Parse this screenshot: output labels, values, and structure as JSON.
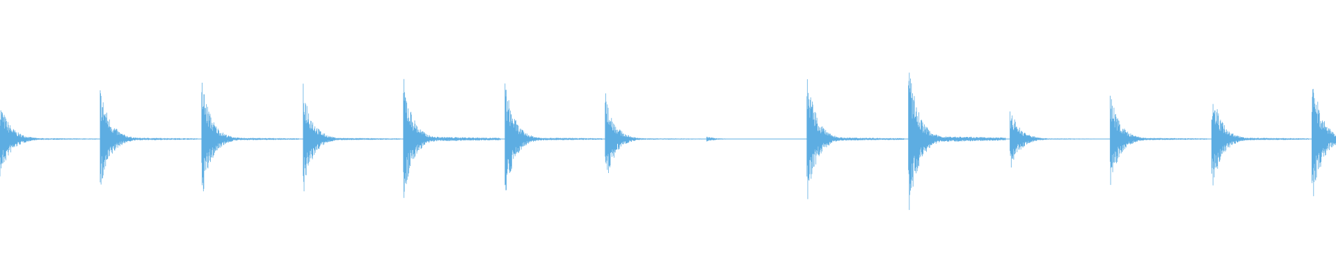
{
  "waveform": {
    "color": "#5dade2",
    "background": "#ffffff",
    "transients": [
      {
        "time": 0.0,
        "amp_up": 0.46,
        "amp_down": 0.48,
        "decay": 0.3,
        "tail": 0.03
      },
      {
        "time": 0.075,
        "amp_up": 0.66,
        "amp_down": 0.68,
        "decay": 0.28,
        "tail": 0.03
      },
      {
        "time": 0.151,
        "amp_up": 0.77,
        "amp_down": 0.78,
        "decay": 0.27,
        "tail": 0.025
      },
      {
        "time": 0.227,
        "amp_up": 0.69,
        "amp_down": 0.71,
        "decay": 0.26,
        "tail": 0.025
      },
      {
        "time": 0.302,
        "amp_up": 0.77,
        "amp_down": 0.79,
        "decay": 0.27,
        "tail": 0.045
      },
      {
        "time": 0.378,
        "amp_up": 0.72,
        "amp_down": 0.74,
        "decay": 0.27,
        "tail": 0.03
      },
      {
        "time": 0.453,
        "amp_up": 0.59,
        "amp_down": 0.6,
        "decay": 0.26,
        "tail": 0.02
      },
      {
        "time": 0.529,
        "amp_up": 0.03,
        "amp_down": 0.03,
        "decay": 0.3,
        "tail": 0.01
      },
      {
        "time": 0.604,
        "amp_up": 0.81,
        "amp_down": 0.82,
        "decay": 0.27,
        "tail": 0.03
      },
      {
        "time": 0.68,
        "amp_up": 0.96,
        "amp_down": 0.98,
        "decay": 0.28,
        "tail": 0.045
      },
      {
        "time": 0.756,
        "amp_up": 0.39,
        "amp_down": 0.4,
        "decay": 0.28,
        "tail": 0.025
      },
      {
        "time": 0.831,
        "amp_up": 0.59,
        "amp_down": 0.6,
        "decay": 0.27,
        "tail": 0.03
      },
      {
        "time": 0.907,
        "amp_up": 0.67,
        "amp_down": 0.69,
        "decay": 0.27,
        "tail": 0.03
      },
      {
        "time": 0.982,
        "amp_up": 0.85,
        "amp_down": 0.87,
        "decay": 0.27,
        "tail": 0.04
      }
    ]
  }
}
